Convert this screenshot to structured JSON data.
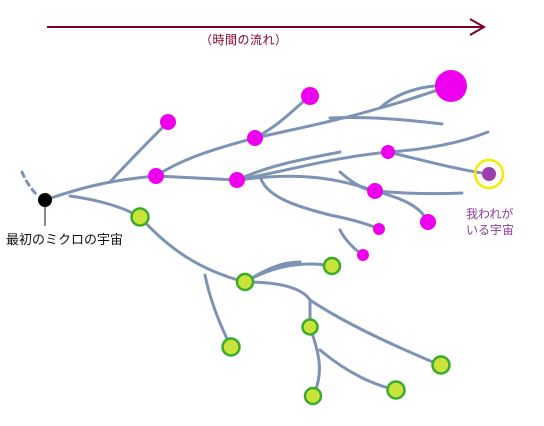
{
  "labels": {
    "time_flow": "（時間の流れ）",
    "first_micro_universe": "最初のミクロの宇宙",
    "our_universe_line1": "我われが",
    "our_universe_line2": "いる宇宙"
  },
  "colors": {
    "time_arrow": "#7a0020",
    "branch": "#7d93b5",
    "magenta_node": "#ee00ee",
    "green_node_fill": "#c8e43a",
    "green_node_stroke": "#3caa2c",
    "origin_node": "#000000",
    "our_universe_node": "#9b3fb0",
    "our_universe_ring": "#f5ea00"
  }
}
